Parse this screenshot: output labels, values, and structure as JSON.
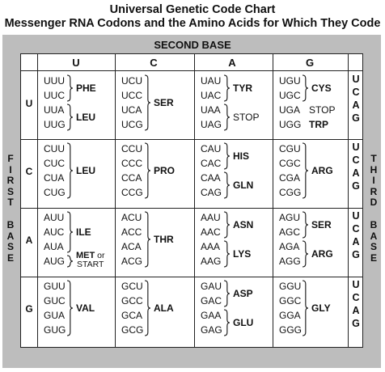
{
  "title": "Universal Genetic Code Chart",
  "subtitle": "Messenger RNA Codons and the Amino Acids for Which They Code",
  "second_base_label": "SECOND BASE",
  "first_base_label": [
    "F",
    "I",
    "R",
    "S",
    "T",
    "",
    "B",
    "A",
    "S",
    "E"
  ],
  "third_base_label": [
    "T",
    "H",
    "I",
    "R",
    "D",
    "",
    "B",
    "A",
    "S",
    "E"
  ],
  "bases": [
    "U",
    "C",
    "A",
    "G"
  ],
  "third_base_letters": [
    "U",
    "C",
    "A",
    "G"
  ],
  "rows": [
    {
      "first": "U",
      "cells": [
        {
          "codons": [
            "UUU",
            "UUC",
            "UUA",
            "UUG"
          ],
          "groups": [
            {
              "from": 0,
              "to": 1,
              "aa": "PHE"
            },
            {
              "from": 2,
              "to": 3,
              "aa": "LEU"
            }
          ]
        },
        {
          "codons": [
            "UCU",
            "UCC",
            "UCA",
            "UCG"
          ],
          "groups": [
            {
              "from": 0,
              "to": 3,
              "aa": "SER"
            }
          ]
        },
        {
          "codons": [
            "UAU",
            "UAC",
            "UAA",
            "UAG"
          ],
          "groups": [
            {
              "from": 0,
              "to": 1,
              "aa": "TYR"
            },
            {
              "from": 2,
              "to": 3,
              "aa": "STOP",
              "plain": true
            }
          ]
        },
        {
          "codons": [
            "UGU",
            "UGC",
            "UGA",
            "UGG"
          ],
          "groups": [
            {
              "from": 0,
              "to": 1,
              "aa": "CYS"
            },
            {
              "from": 2,
              "to": 2,
              "aa": "STOP",
              "plain": true,
              "nobrace": true
            },
            {
              "from": 3,
              "to": 3,
              "aa": "TRP",
              "nobrace": true
            }
          ]
        }
      ]
    },
    {
      "first": "C",
      "cells": [
        {
          "codons": [
            "CUU",
            "CUC",
            "CUA",
            "CUG"
          ],
          "groups": [
            {
              "from": 0,
              "to": 3,
              "aa": "LEU"
            }
          ]
        },
        {
          "codons": [
            "CCU",
            "CCC",
            "CCA",
            "CCG"
          ],
          "groups": [
            {
              "from": 0,
              "to": 3,
              "aa": "PRO"
            }
          ]
        },
        {
          "codons": [
            "CAU",
            "CAC",
            "CAA",
            "CAG"
          ],
          "groups": [
            {
              "from": 0,
              "to": 1,
              "aa": "HIS"
            },
            {
              "from": 2,
              "to": 3,
              "aa": "GLN"
            }
          ]
        },
        {
          "codons": [
            "CGU",
            "CGC",
            "CGA",
            "CGG"
          ],
          "groups": [
            {
              "from": 0,
              "to": 3,
              "aa": "ARG"
            }
          ]
        }
      ]
    },
    {
      "first": "A",
      "cells": [
        {
          "codons": [
            "AUU",
            "AUC",
            "AUA",
            "AUG"
          ],
          "groups": [
            {
              "from": 0,
              "to": 2,
              "aa": "ILE"
            },
            {
              "from": 3,
              "to": 3,
              "aa": "MET or START",
              "met": true
            }
          ]
        },
        {
          "codons": [
            "ACU",
            "ACC",
            "ACA",
            "ACG"
          ],
          "groups": [
            {
              "from": 0,
              "to": 3,
              "aa": "THR"
            }
          ]
        },
        {
          "codons": [
            "AAU",
            "AAC",
            "AAA",
            "AAG"
          ],
          "groups": [
            {
              "from": 0,
              "to": 1,
              "aa": "ASN"
            },
            {
              "from": 2,
              "to": 3,
              "aa": "LYS"
            }
          ]
        },
        {
          "codons": [
            "AGU",
            "AGC",
            "AGA",
            "AGG"
          ],
          "groups": [
            {
              "from": 0,
              "to": 1,
              "aa": "SER"
            },
            {
              "from": 2,
              "to": 3,
              "aa": "ARG"
            }
          ]
        }
      ]
    },
    {
      "first": "G",
      "cells": [
        {
          "codons": [
            "GUU",
            "GUC",
            "GUA",
            "GUG"
          ],
          "groups": [
            {
              "from": 0,
              "to": 3,
              "aa": "VAL"
            }
          ]
        },
        {
          "codons": [
            "GCU",
            "GCC",
            "GCA",
            "GCG"
          ],
          "groups": [
            {
              "from": 0,
              "to": 3,
              "aa": "ALA"
            }
          ]
        },
        {
          "codons": [
            "GAU",
            "GAC",
            "GAA",
            "GAG"
          ],
          "groups": [
            {
              "from": 0,
              "to": 1,
              "aa": "ASP"
            },
            {
              "from": 2,
              "to": 3,
              "aa": "GLU"
            }
          ]
        },
        {
          "codons": [
            "GGU",
            "GGC",
            "GGA",
            "GGG"
          ],
          "groups": [
            {
              "from": 0,
              "to": 3,
              "aa": "GLY"
            }
          ]
        }
      ]
    }
  ]
}
